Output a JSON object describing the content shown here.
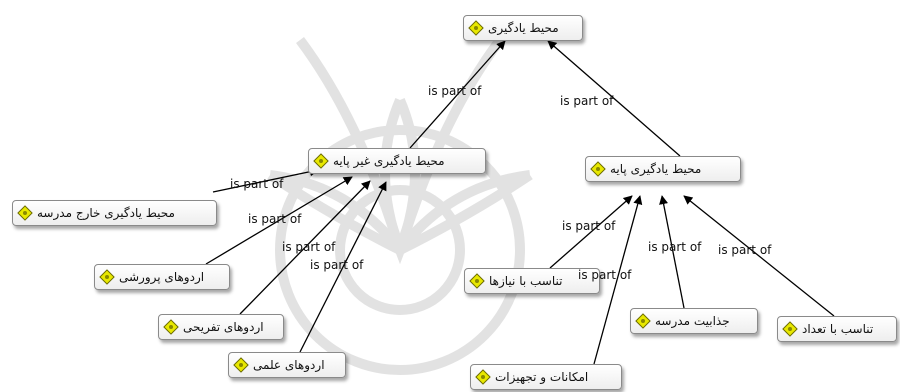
{
  "nodes": [
    {
      "id": "n1",
      "label": "محیط یادگیری"
    },
    {
      "id": "n2",
      "label": "محیط یادگیری غیر پایه"
    },
    {
      "id": "n3",
      "label": "محیط یادگیری پایه"
    },
    {
      "id": "n4",
      "label": "محیط یادگیری خارج مدرسه"
    },
    {
      "id": "n5",
      "label": "اردوهای پرورشی"
    },
    {
      "id": "n6",
      "label": "اردوهای تفریحی"
    },
    {
      "id": "n7",
      "label": "اردوهای علمی"
    },
    {
      "id": "n8",
      "label": "تناسب با نیازها"
    },
    {
      "id": "n9",
      "label": "جذابیت مدرسه"
    },
    {
      "id": "n10",
      "label": "تناسب با تعداد"
    },
    {
      "id": "n11",
      "label": "امکانات و تجهیزات"
    }
  ],
  "edges": [
    {
      "from": "n2",
      "to": "n1",
      "label": "is part of"
    },
    {
      "from": "n3",
      "to": "n1",
      "label": "is part of"
    },
    {
      "from": "n4",
      "to": "n2",
      "label": "is part of"
    },
    {
      "from": "n5",
      "to": "n2",
      "label": "is part of"
    },
    {
      "from": "n6",
      "to": "n2",
      "label": "is part of"
    },
    {
      "from": "n7",
      "to": "n2",
      "label": "is part of"
    },
    {
      "from": "n8",
      "to": "n3",
      "label": "is part of"
    },
    {
      "from": "n11",
      "to": "n3",
      "label": "is part of"
    },
    {
      "from": "n9",
      "to": "n3",
      "label": "is part of"
    },
    {
      "from": "n10",
      "to": "n3",
      "label": "is part of"
    }
  ],
  "colors": {
    "node_icon": "#e8e800",
    "line": "#000000",
    "watermark": "#d8d8d8"
  }
}
